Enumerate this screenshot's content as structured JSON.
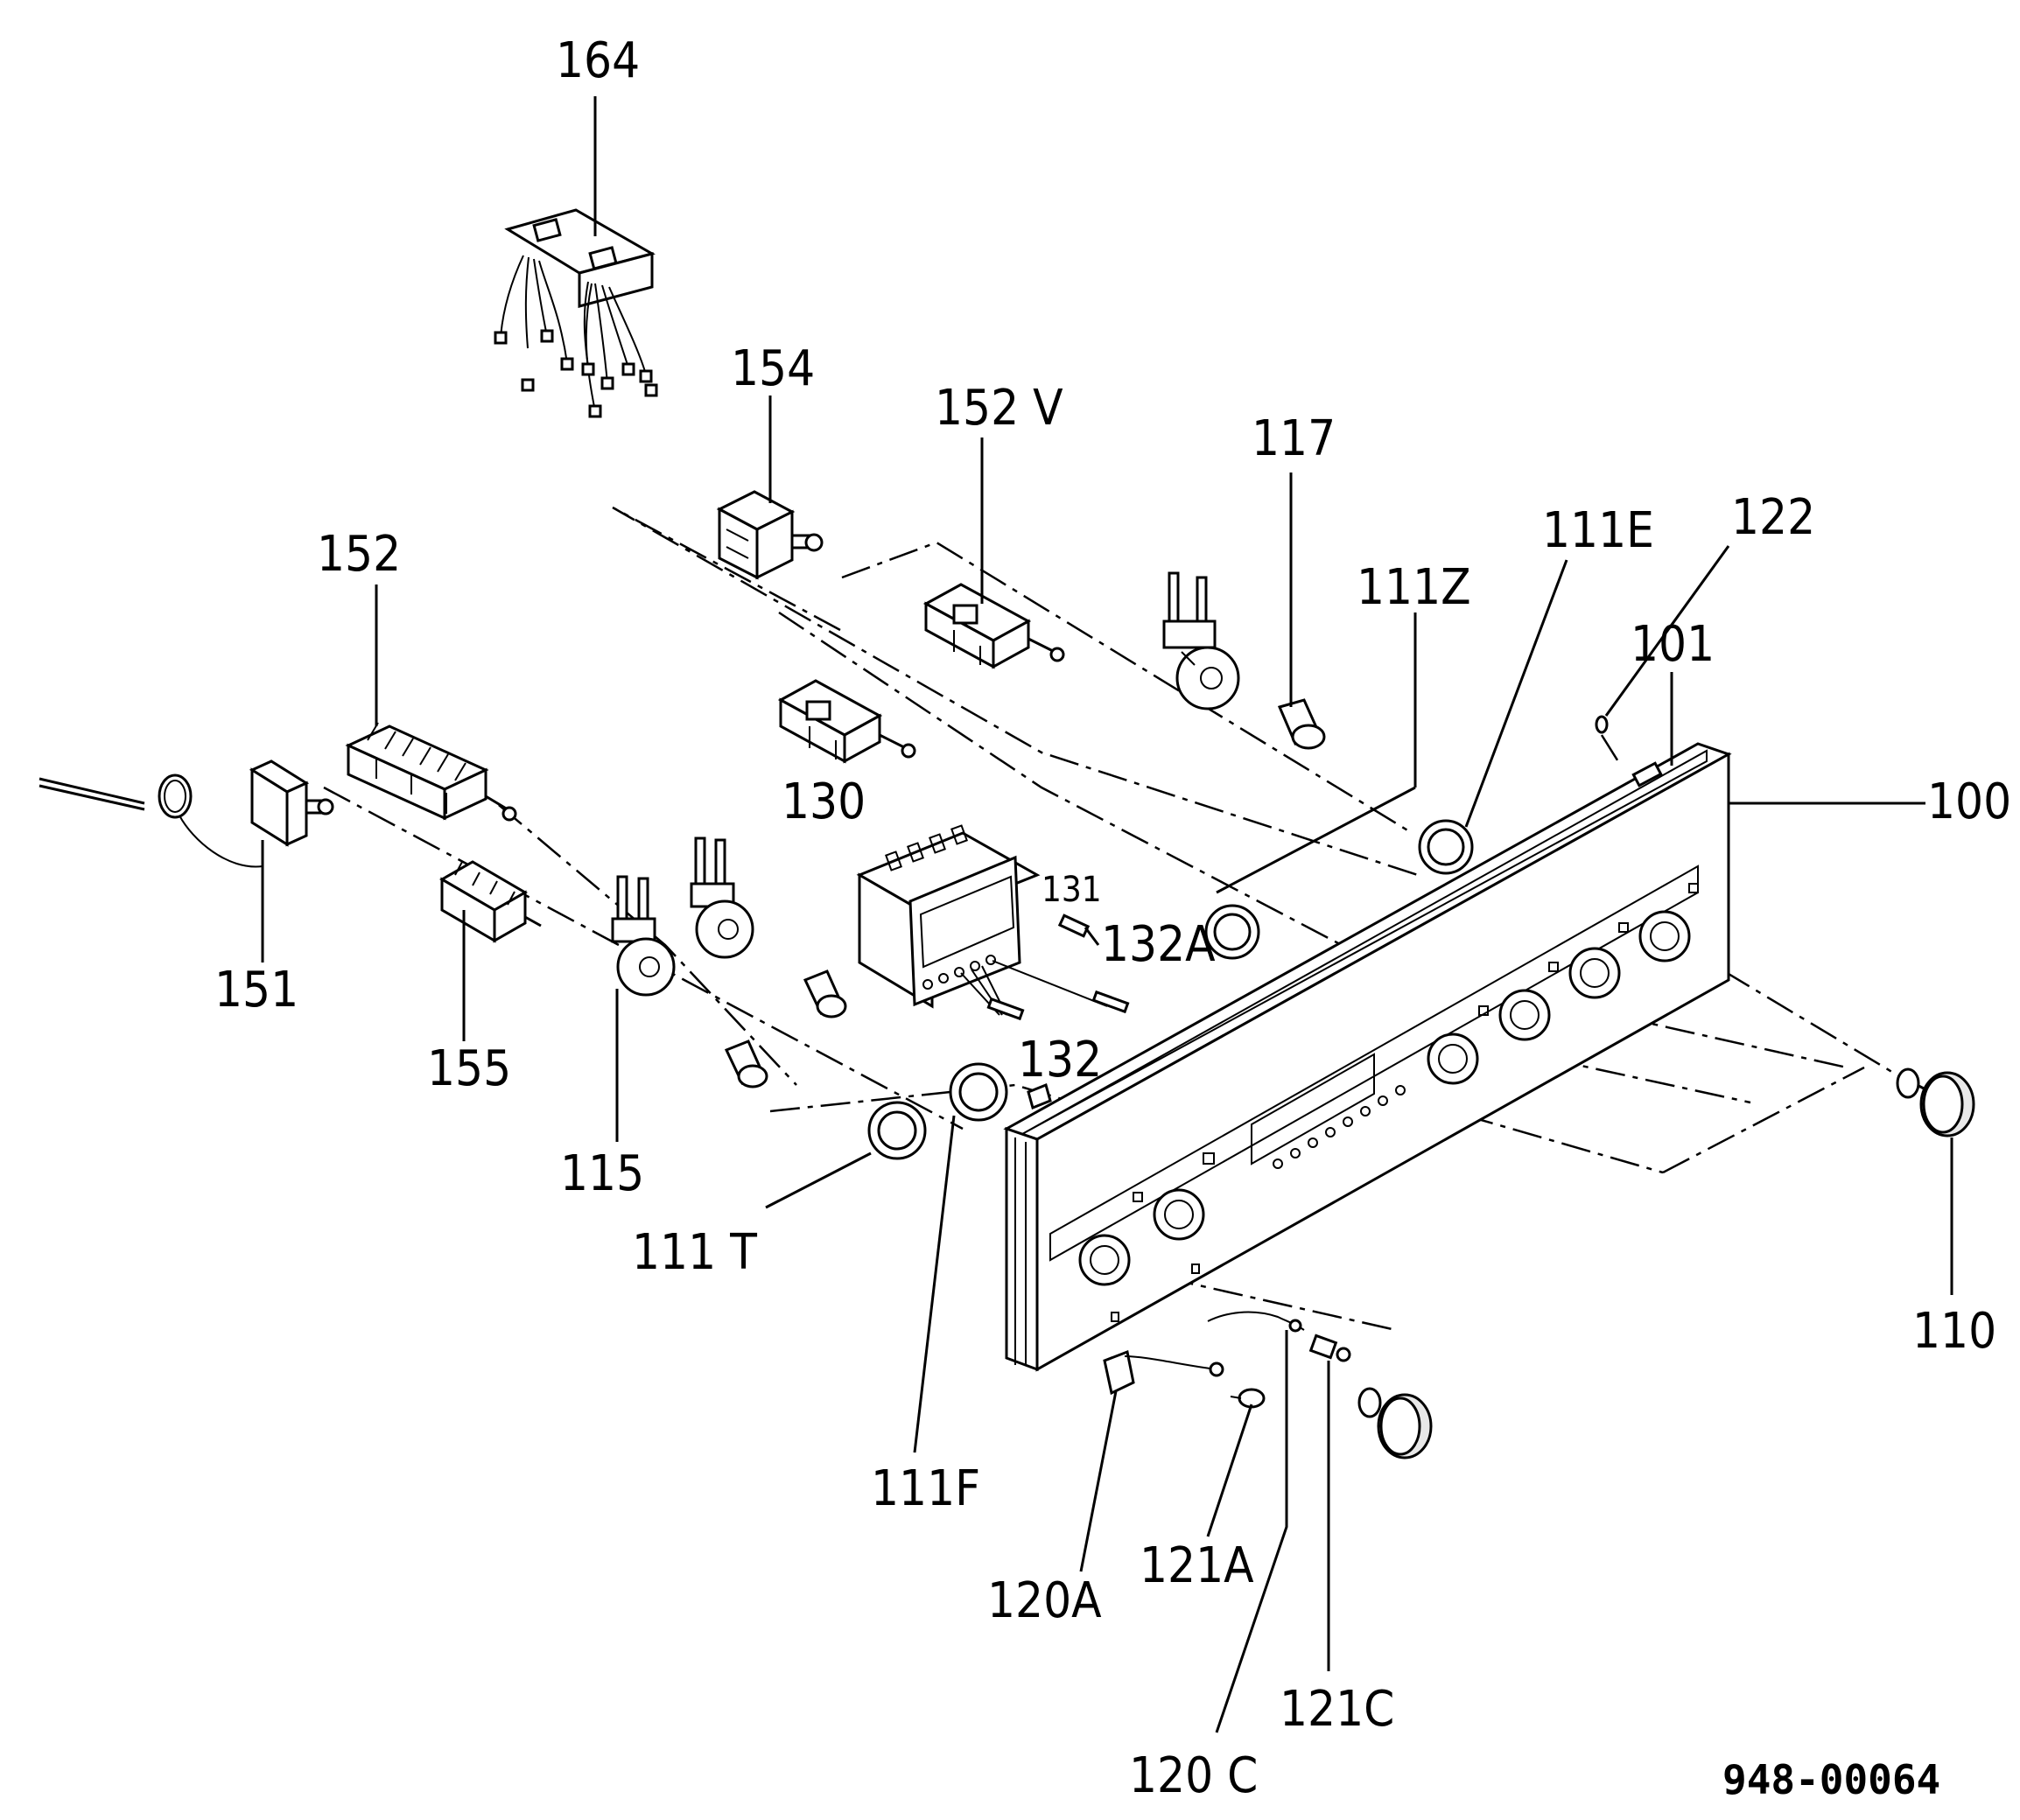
{
  "callouts": [
    {
      "id": "c164",
      "text": "164"
    },
    {
      "id": "c154",
      "text": "154"
    },
    {
      "id": "c152V",
      "text": "152 V"
    },
    {
      "id": "c117",
      "text": "117"
    },
    {
      "id": "c111E",
      "text": "111E"
    },
    {
      "id": "c122",
      "text": "122"
    },
    {
      "id": "c111Z",
      "text": "111Z"
    },
    {
      "id": "c101",
      "text": "101"
    },
    {
      "id": "c100",
      "text": "100"
    },
    {
      "id": "c152",
      "text": "152"
    },
    {
      "id": "c130",
      "text": "130"
    },
    {
      "id": "c131",
      "text": "131"
    },
    {
      "id": "c132A",
      "text": "132A"
    },
    {
      "id": "c151",
      "text": "151"
    },
    {
      "id": "c155",
      "text": "155"
    },
    {
      "id": "c132",
      "text": "132"
    },
    {
      "id": "c115",
      "text": "115"
    },
    {
      "id": "c111T",
      "text": "111 T"
    },
    {
      "id": "c110",
      "text": "110"
    },
    {
      "id": "c111F",
      "text": "111F"
    },
    {
      "id": "c120A",
      "text": "120A"
    },
    {
      "id": "c121A",
      "text": "121A"
    },
    {
      "id": "c121C",
      "text": "121C"
    },
    {
      "id": "c120C",
      "text": "120 C"
    }
  ],
  "document_number": "948-00064"
}
